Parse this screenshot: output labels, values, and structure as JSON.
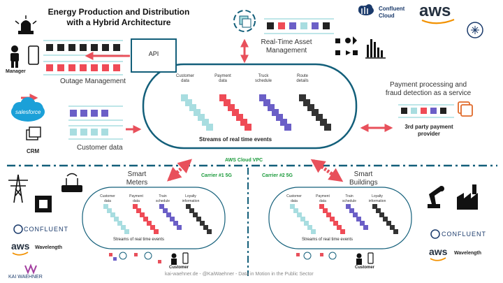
{
  "title": "Energy Production and Distribution with a Hybrid Architecture",
  "logos": {
    "confluent_cloud": "Confluent Cloud",
    "aws": "aws",
    "confluent": "CONFLUENT",
    "wavelength": "Wavelength",
    "kai_waehner": "KAI WAEHNER",
    "salesforce": "salesforce"
  },
  "labels": {
    "api": "API",
    "manager": "Manager",
    "outage_management": "Outage Management",
    "crm": "CRM",
    "customer_data": "Customer data",
    "real_time_asset_management": "Real-Time Asset Management",
    "payment_fraud": "Payment processing and fraud detection as a service",
    "third_party": "3rd party payment provider",
    "aws_cloud_vpc": "AWS Cloud VPC",
    "carrier1": "Carrier #1 5G",
    "carrier2": "Carrier #2 5G",
    "smart_meters": "Smart Meters",
    "smart_buildings": "Smart Buildings",
    "customer_left": "Customer",
    "customer_right": "Customer",
    "footer": "kai-waehner.de - @KaiWaehner - Data in Motion in the Public Sector"
  },
  "cloud_streams": {
    "caption": "Streams of real time events",
    "topics": [
      "Customer data",
      "Payment data",
      "Truck schedule",
      "Route details"
    ]
  },
  "edge_streams": {
    "caption": "Streams of real time events",
    "topics": [
      "Customer data",
      "Payment data",
      "Train schedule",
      "Loyalty information"
    ]
  },
  "colors": {
    "light_blue": "#a8dde0",
    "red": "#ef4b56",
    "purple": "#6b5fc7",
    "dark": "#333333",
    "teal": "#135f7a",
    "green": "#1a9a3a",
    "arrow": "#e8505b"
  }
}
